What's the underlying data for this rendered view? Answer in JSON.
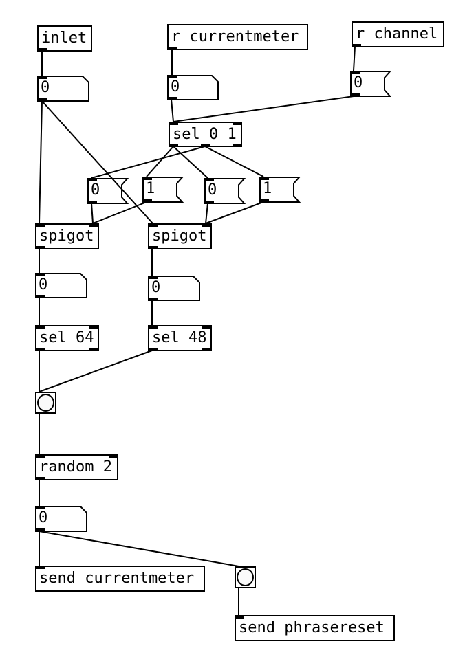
{
  "patch": {
    "objects": {
      "inlet": {
        "label": "inlet",
        "type": "object"
      },
      "r_currentmeter": {
        "label": "r currentmeter",
        "type": "object"
      },
      "r_channel": {
        "label": "r channel",
        "type": "object"
      },
      "num_inlet": {
        "label": "0",
        "type": "number"
      },
      "num_currentmeter": {
        "label": "0",
        "type": "number"
      },
      "msg_channel": {
        "label": "0",
        "type": "message"
      },
      "sel_0_1": {
        "label": "sel 0 1",
        "type": "object"
      },
      "msg_0_a": {
        "label": "0",
        "type": "message"
      },
      "msg_1_a": {
        "label": "1",
        "type": "message"
      },
      "msg_0_b": {
        "label": "0",
        "type": "message"
      },
      "msg_1_b": {
        "label": "1",
        "type": "message"
      },
      "spigot_left": {
        "label": "spigot",
        "type": "object"
      },
      "spigot_right": {
        "label": "spigot",
        "type": "object"
      },
      "num_left": {
        "label": "0",
        "type": "number"
      },
      "num_right": {
        "label": "0",
        "type": "number"
      },
      "sel_64": {
        "label": "sel 64",
        "type": "object"
      },
      "sel_48": {
        "label": "sel 48",
        "type": "object"
      },
      "bang_main": {
        "label": "",
        "type": "bang"
      },
      "random_2": {
        "label": "random 2",
        "type": "object"
      },
      "num_random": {
        "label": "0",
        "type": "number"
      },
      "send_currentmeter": {
        "label": "send currentmeter",
        "type": "object"
      },
      "bang_reset": {
        "label": "",
        "type": "bang"
      },
      "send_phrasereset": {
        "label": "send phrasereset",
        "type": "object"
      }
    },
    "connections": [
      [
        "inlet",
        "num_inlet"
      ],
      [
        "num_inlet",
        "spigot_left"
      ],
      [
        "num_inlet",
        "spigot_right"
      ],
      [
        "r_currentmeter",
        "num_currentmeter"
      ],
      [
        "num_currentmeter",
        "sel_0_1"
      ],
      [
        "r_channel",
        "msg_channel"
      ],
      [
        "msg_channel",
        "sel_0_1"
      ],
      [
        "sel_0_1",
        "msg_1_a"
      ],
      [
        "sel_0_1",
        "msg_0_b"
      ],
      [
        "sel_0_1",
        "msg_0_a"
      ],
      [
        "sel_0_1",
        "msg_1_b"
      ],
      [
        "msg_0_a",
        "spigot_left"
      ],
      [
        "msg_1_a",
        "spigot_left"
      ],
      [
        "msg_0_b",
        "spigot_right"
      ],
      [
        "msg_1_b",
        "spigot_right"
      ],
      [
        "spigot_left",
        "num_left"
      ],
      [
        "spigot_right",
        "num_right"
      ],
      [
        "num_left",
        "sel_64"
      ],
      [
        "num_right",
        "sel_48"
      ],
      [
        "sel_64",
        "bang_main"
      ],
      [
        "sel_48",
        "bang_main"
      ],
      [
        "bang_main",
        "random_2"
      ],
      [
        "random_2",
        "num_random"
      ],
      [
        "num_random",
        "send_currentmeter"
      ],
      [
        "num_random",
        "bang_reset"
      ],
      [
        "bang_reset",
        "send_phrasereset"
      ]
    ]
  }
}
